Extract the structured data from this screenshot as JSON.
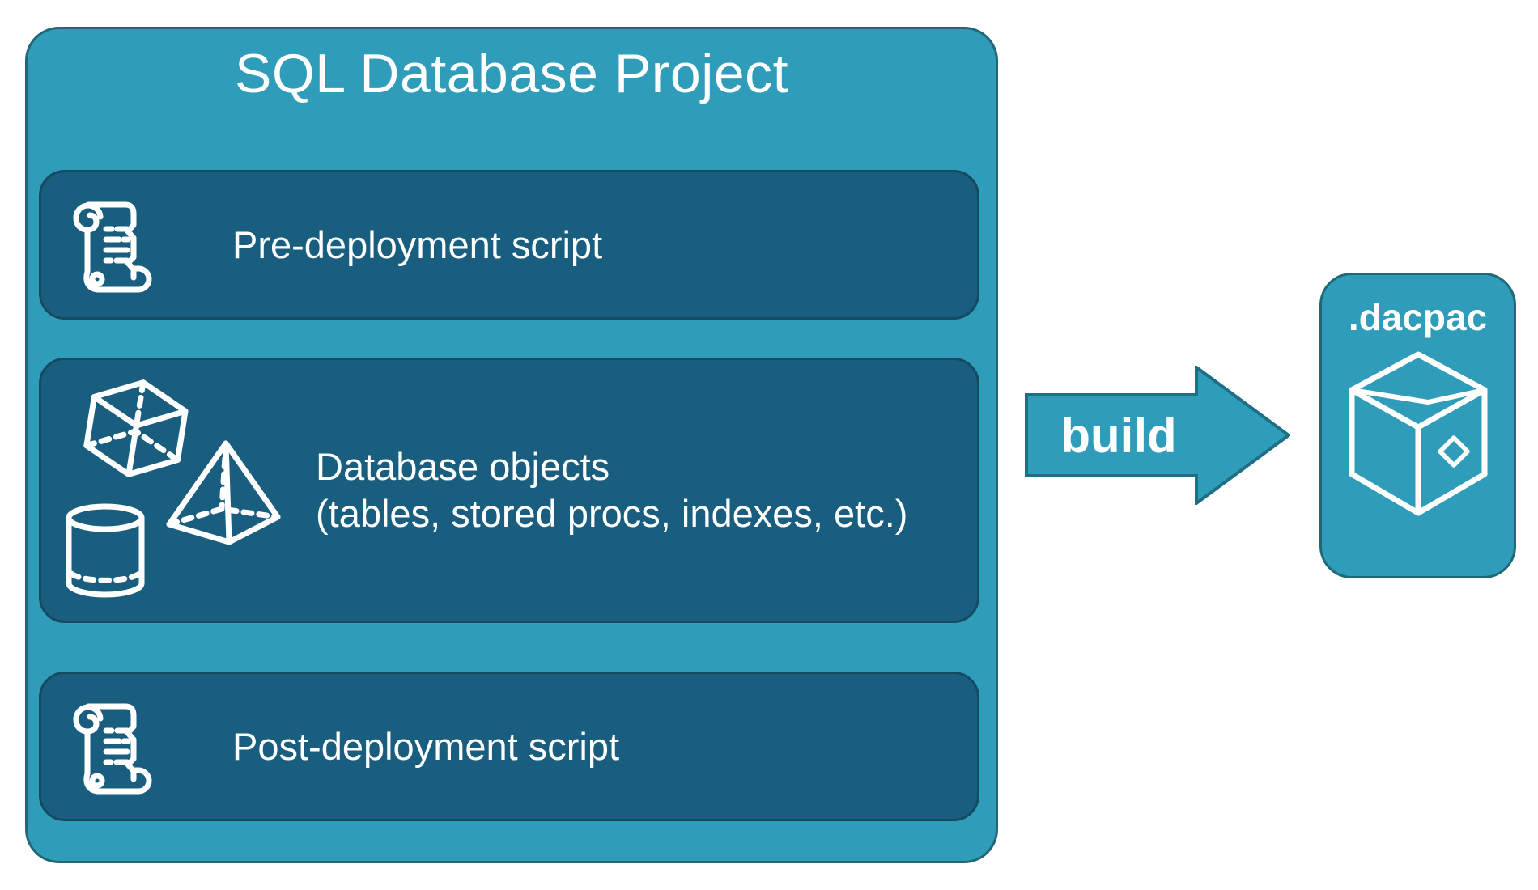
{
  "colors": {
    "teal": "#2F9DB9",
    "teal_border": "#1E6878",
    "arrow_border": "#1D6F85",
    "dark": "#1A5E7F",
    "dark_border": "#144A62",
    "text": "#FFFFFF",
    "bg": "#FFFFFF"
  },
  "project": {
    "title": "SQL Database Project",
    "boxes": [
      {
        "id": "pre-deployment",
        "icon": "scroll-icon",
        "label": "Pre-deployment script"
      },
      {
        "id": "database-objects",
        "icon": "cube-pyramid-cylinder-icons",
        "lines": [
          "Database objects",
          "(tables, stored procs, indexes, etc.)"
        ]
      },
      {
        "id": "post-deployment",
        "icon": "scroll-icon",
        "label": "Post-deployment script"
      }
    ]
  },
  "arrow": {
    "label": "build"
  },
  "output": {
    "label": ".dacpac",
    "icon": "package-icon"
  }
}
